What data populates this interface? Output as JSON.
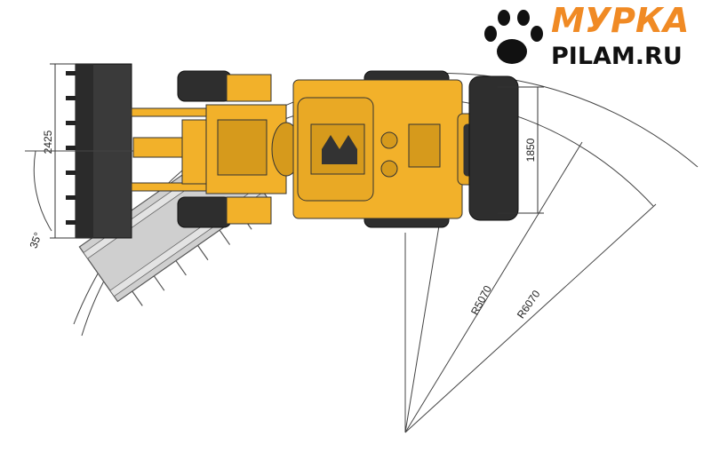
{
  "dimensions": {
    "bucket_width": "2425",
    "tire_width": "1850",
    "inner_radius": "R5070",
    "outer_radius": "R6070",
    "articulation_angle": "35°"
  },
  "logo": {
    "line1": "МУРКА",
    "line2": "PILAM.RU",
    "icon": "paw-icon"
  },
  "colors": {
    "body": "#f2b12a",
    "body_dark": "#d69a1c",
    "bucket": "#3a3a3a",
    "tire": "#2e2e2e",
    "bucket_ghost": "#cfcfcf",
    "logo_orange": "#f08a24"
  }
}
